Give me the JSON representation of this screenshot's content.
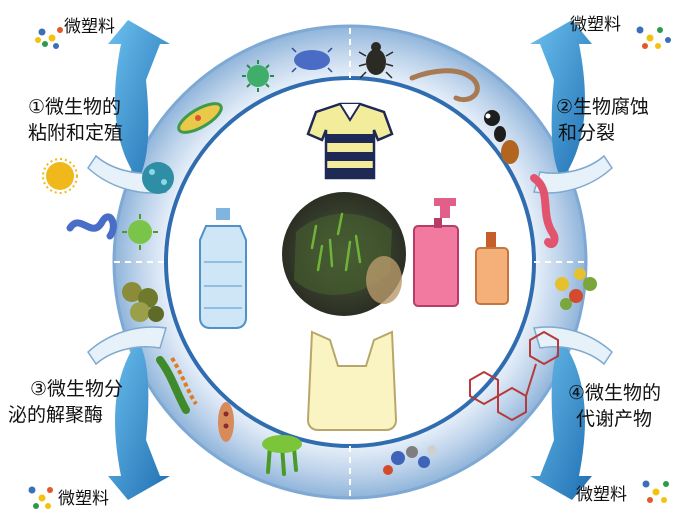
{
  "corners": {
    "top_left": "微塑料",
    "top_right": "微塑料",
    "bottom_left": "微塑料",
    "bottom_right": "微塑料"
  },
  "steps": [
    {
      "line1": "①微生物的",
      "line2": "粘附和定殖"
    },
    {
      "line1": "②生物腐蚀",
      "line2": "和分裂"
    },
    {
      "line1": "③微生物分",
      "line2": "泌的解聚酶"
    },
    {
      "line1": "④微生物的",
      "line2": "代谢产物"
    }
  ],
  "colors": {
    "ring": "#b9cfe6",
    "ring_edge": "#6f9ecd",
    "arrow": "#2f86c8",
    "shirt_stripe": "#f3ec9a",
    "shirt_dark": "#1e2a55"
  }
}
